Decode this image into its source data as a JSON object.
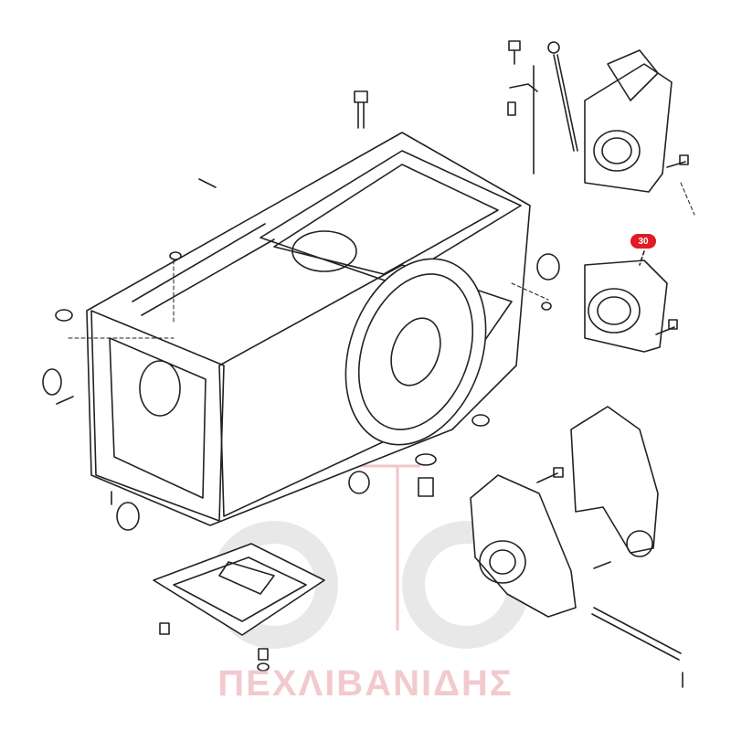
{
  "callout": {
    "number": "30"
  },
  "watermark": {
    "text": "ΠΕΧΛΙΒΑΝΙΔΗΣ"
  },
  "colors": {
    "line": "#222222",
    "callout_fill": "#e01b24",
    "callout_text": "#ffffff",
    "watermark": "#e8a0a6",
    "watermark_gear": "#d9d9d9"
  },
  "parts": [
    {
      "name": "rear-axle-housing",
      "icon": "transmission-housing-icon"
    },
    {
      "name": "top-cover-plate",
      "icon": "plate-icon"
    },
    {
      "name": "bottom-cover-plate",
      "icon": "plate-icon"
    },
    {
      "name": "dipstick",
      "icon": "dipstick-icon"
    },
    {
      "name": "hydraulic-lift-bracket-left",
      "icon": "bracket-icon"
    },
    {
      "name": "hydraulic-lift-bracket-right",
      "icon": "bracket-icon"
    },
    {
      "name": "bearing-housing-flange",
      "icon": "flange-icon"
    },
    {
      "name": "lift-arm-shaft",
      "icon": "shaft-icon"
    }
  ]
}
